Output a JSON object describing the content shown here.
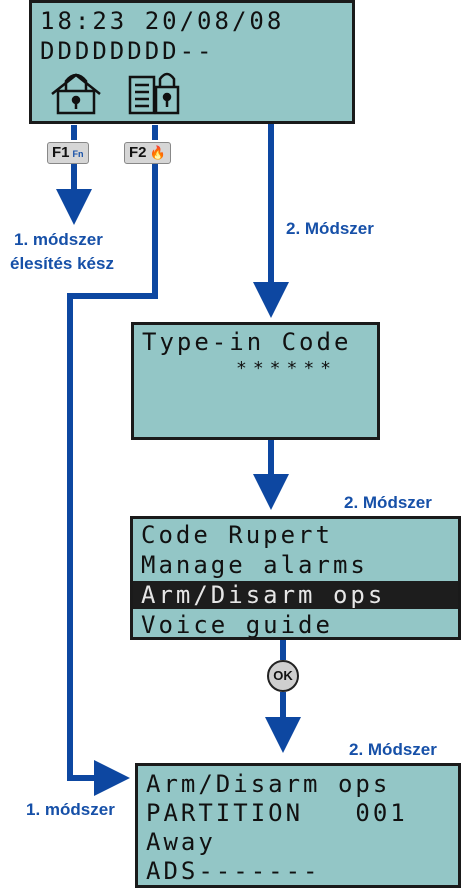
{
  "screen1": {
    "line1": "18:23 20/08/08",
    "line2": "DDDDDDDD--",
    "icons": [
      "padlock-house-icon",
      "padlock-document-icon"
    ]
  },
  "keys": {
    "f1": "F1",
    "f1_sub": "Fn",
    "f2": "F2",
    "f2_icon": "flame-icon"
  },
  "labels": {
    "method1_title": "1. módszer",
    "method1_sub": "élesítés kész",
    "method2_a": "2. Módszer",
    "method2_b": "2. Módszer",
    "method2_c": "2. Módszer",
    "method1_bottom": "1. módszer"
  },
  "screen2": {
    "line1": "Type-in Code",
    "line2": "******"
  },
  "screen3": {
    "items": [
      "Code Rupert",
      "Manage alarms",
      "Arm/Disarm ops",
      "Voice guide"
    ],
    "highlighted_index": 2
  },
  "ok_button": "OK",
  "screen4": {
    "line1": "Arm/Disarm ops",
    "line2": "PARTITION   001",
    "line3": "Away",
    "line4": "ADS-------"
  },
  "colors": {
    "lcd": "#93c6c6",
    "arrow": "#0d47a1",
    "label": "#1650a8"
  }
}
